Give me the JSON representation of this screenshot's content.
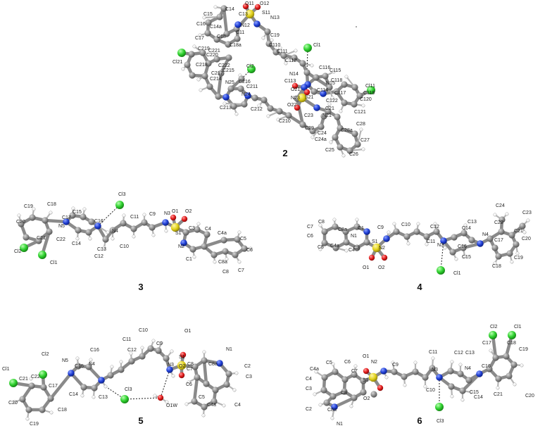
{
  "colors": {
    "carbon": "#8c8c8c",
    "carbon_dark": "#5e5e5e",
    "nitrogen": "#1f3fd6",
    "oxygen": "#e21b1b",
    "sulfur": "#e2d21c",
    "chlorine": "#2fd12f",
    "hydrogen": "#f4f4f4",
    "bond": "#8a8a8a"
  },
  "structures": [
    {
      "caption": "2",
      "labels": [
        "O11",
        "O12",
        "C15",
        "C14",
        "C13",
        "S11",
        "N13",
        "C16",
        "C14a",
        "N12",
        "C18",
        "C11",
        "C19",
        "C17",
        "C18a",
        "C219",
        "C221",
        "C110",
        "Cl1",
        "C220",
        "C111",
        "Cl21",
        "C218",
        "C222",
        "C112",
        "C116",
        "C217",
        "C215",
        "Cl2",
        "C115",
        "N14",
        "C214",
        "N25",
        "C216",
        "C113",
        "N15",
        "C118",
        "C211",
        "O21",
        "C114",
        "C117",
        "Cl11",
        "N24",
        "N23",
        "S21",
        "C122",
        "C119",
        "O22",
        "C21",
        "C120",
        "C213",
        "C212",
        "N21",
        "C121",
        "C23",
        "C210",
        "C28",
        "C29",
        "C28a",
        "C24",
        "C24a",
        "C27",
        "C25",
        "C26"
      ]
    },
    {
      "caption": "3",
      "labels": [
        "Cl3",
        "C19",
        "C18",
        "C15",
        "C17",
        "O1",
        "O2",
        "C20",
        "N5",
        "C16",
        "N4",
        "C11",
        "C9",
        "N3",
        "S1",
        "C3",
        "C4",
        "C21",
        "C22",
        "C14",
        "C13",
        "C4a",
        "C5",
        "N2",
        "Cl2",
        "Cl1",
        "C12",
        "C10",
        "C6",
        "C1",
        "C8a",
        "C8",
        "C7"
      ]
    },
    {
      "caption": "4",
      "labels": [
        "C24",
        "C23",
        "C7",
        "C8",
        "C8a",
        "C1",
        "C9",
        "C10",
        "C12",
        "C13",
        "C22",
        "C21",
        "N1",
        "C14",
        "N4",
        "C17",
        "C6",
        "S1",
        "N2",
        "C11",
        "N3",
        "C16",
        "C5",
        "C4a",
        "C3",
        "C4",
        "C20",
        "C15",
        "C18",
        "C19",
        "O1",
        "O2",
        "Cl1"
      ]
    },
    {
      "caption": "5",
      "labels": [
        "C10",
        "O1",
        "Cl2",
        "C11",
        "C9",
        "N1",
        "Cl1",
        "C16",
        "C12",
        "S1",
        "C8",
        "C8a",
        "C21",
        "C22",
        "N5",
        "C15",
        "N4",
        "N3",
        "O2",
        "C7",
        "C2",
        "C17",
        "Cl3",
        "C6",
        "C3",
        "C14",
        "C13",
        "O1W",
        "C20",
        "C18",
        "C5",
        "C4a",
        "C4",
        "C19"
      ]
    },
    {
      "caption": "6",
      "labels": [
        "Cl2",
        "Cl1",
        "C5",
        "C6",
        "O1",
        "C11",
        "C12",
        "C13",
        "C17",
        "C18",
        "C4a",
        "C7",
        "N2",
        "C9",
        "N3",
        "N4",
        "C16",
        "C19",
        "C4",
        "S1",
        "C10",
        "C15",
        "C3",
        "C8",
        "O2",
        "C14",
        "C21",
        "C20",
        "C8a",
        "Cl3",
        "C2",
        "N1"
      ]
    }
  ]
}
